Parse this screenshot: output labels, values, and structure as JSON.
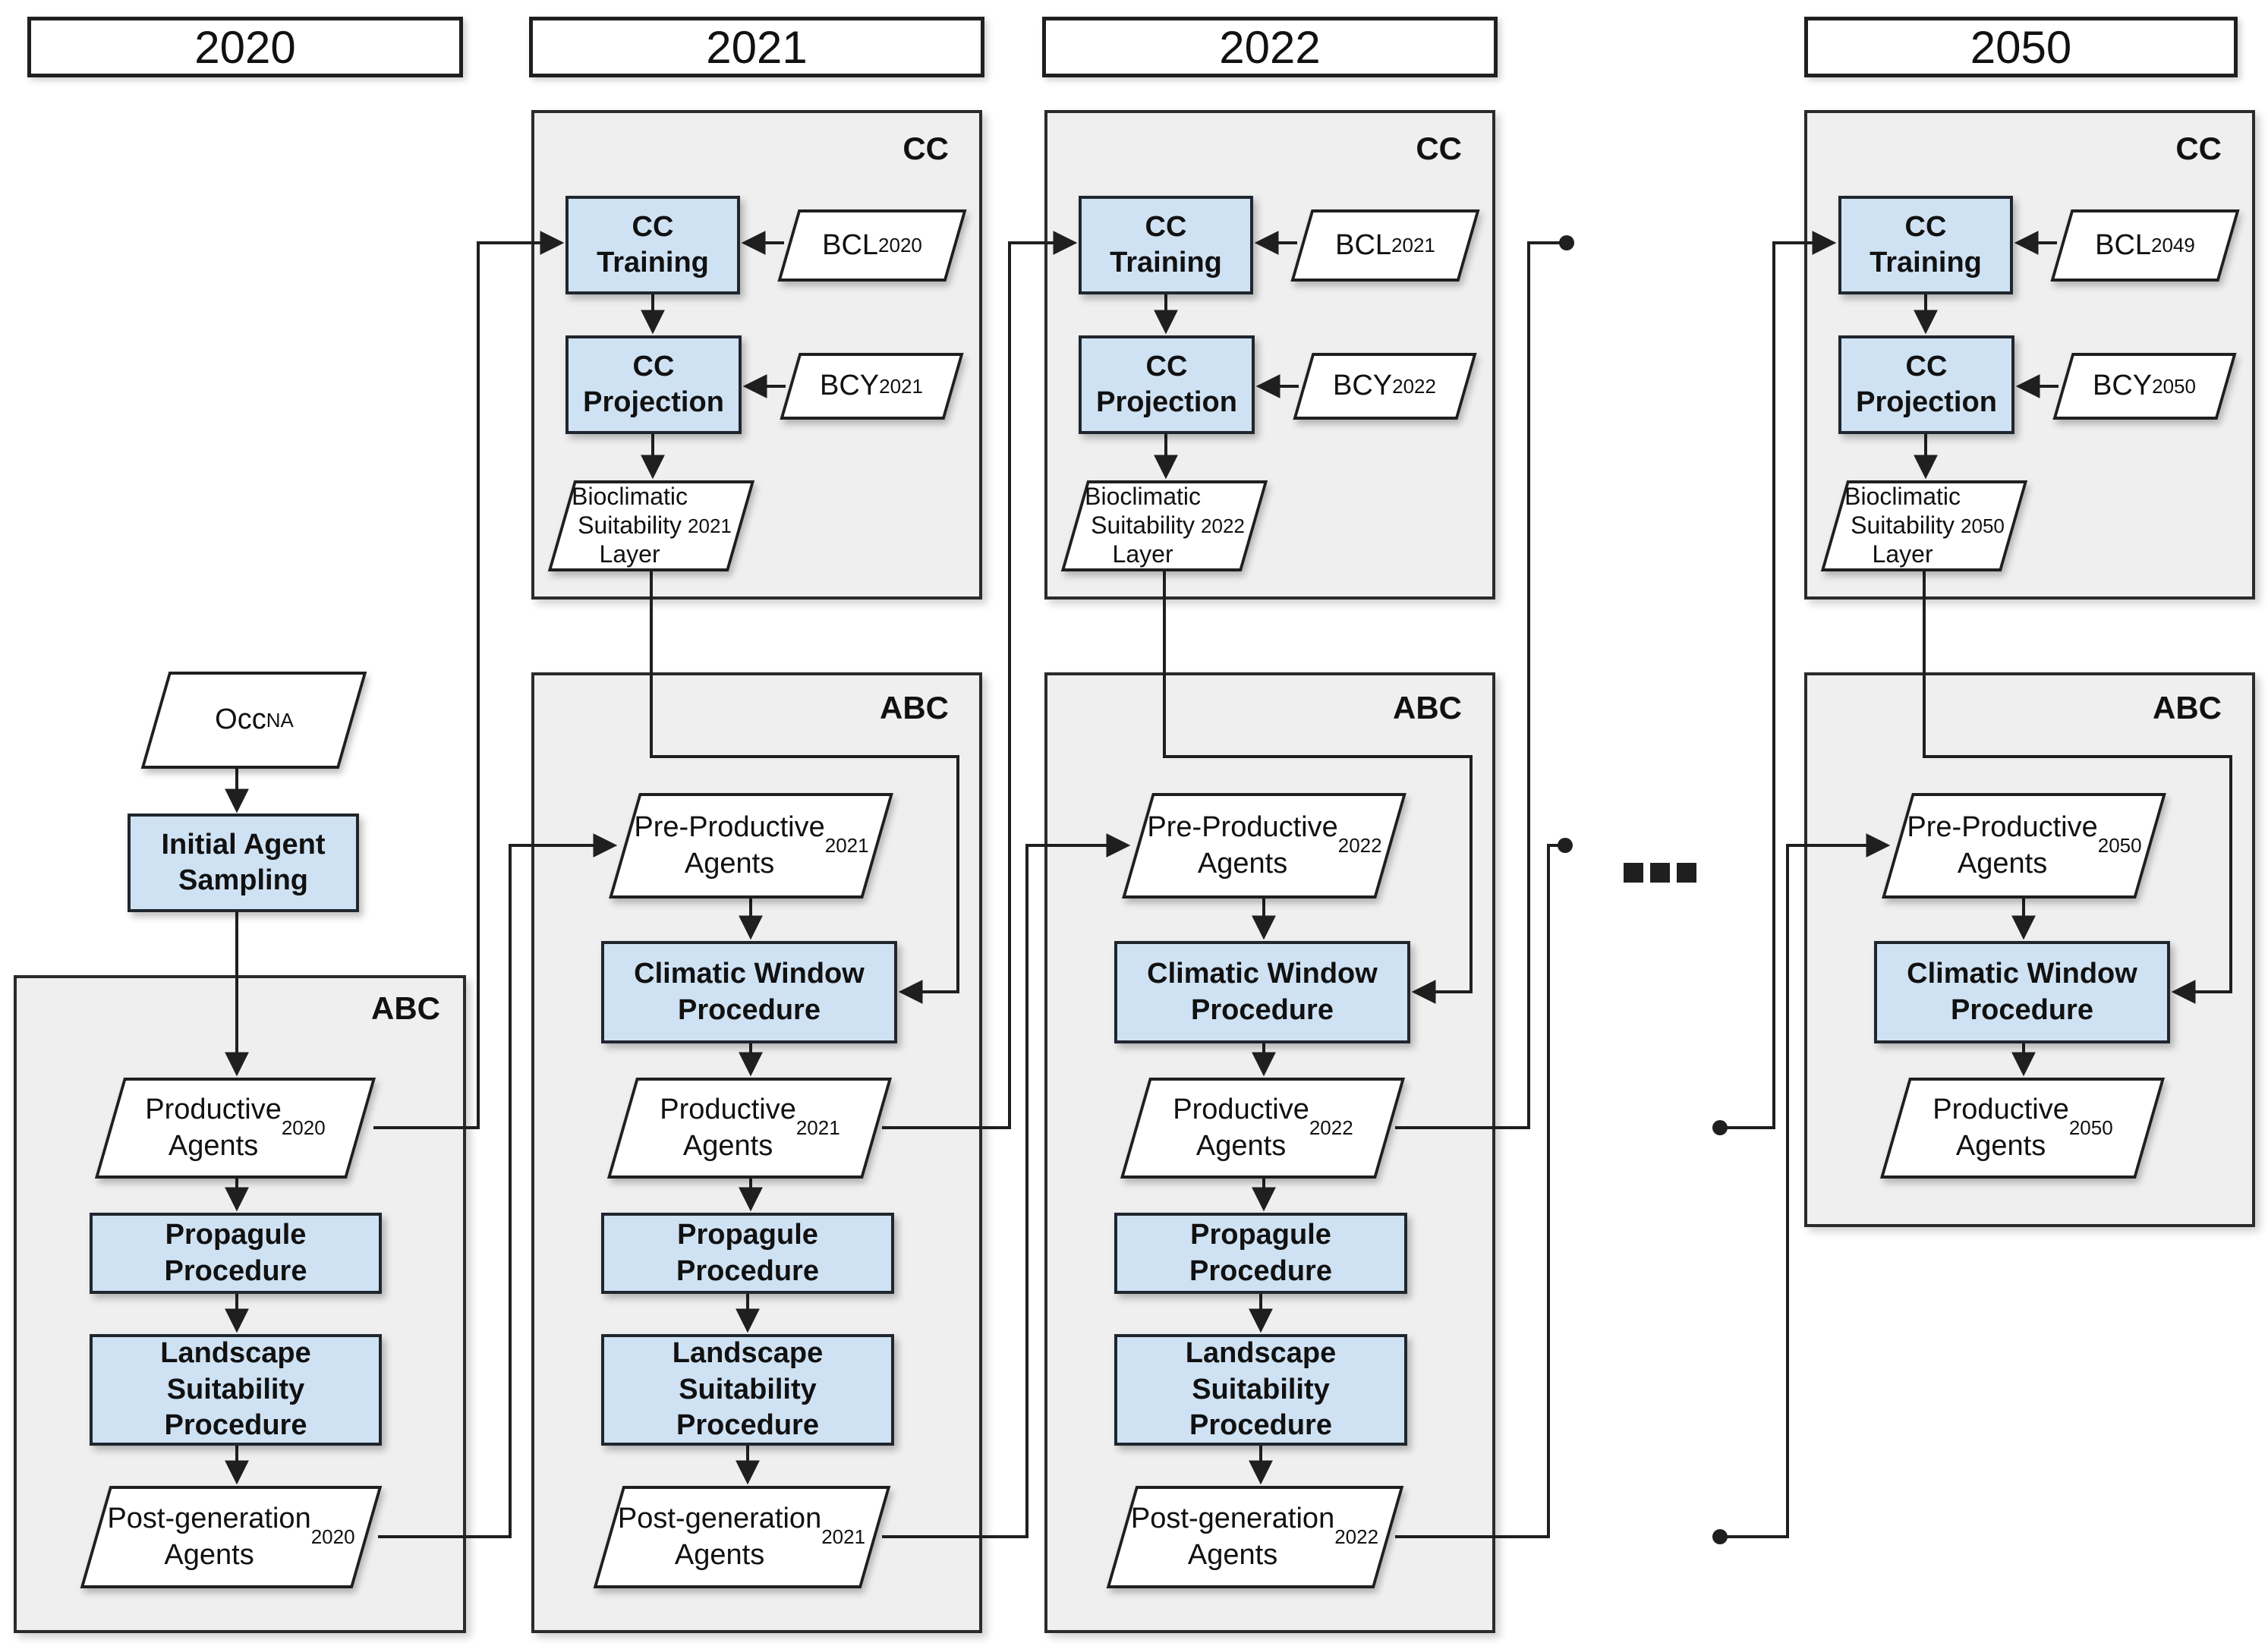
{
  "colors": {
    "procedure_blue": "#cfe2f3",
    "group_gray": "#efefef",
    "line_black": "#1f1f1f",
    "shape_white": "#ffffff"
  },
  "icons": {
    "continuation_dots_icon": "three black squares meaning omitted years",
    "junction_dot_icon": "filled circle line terminator"
  },
  "columns": [
    {
      "year": "2020",
      "groups": {
        "abc": "ABC"
      },
      "nodes": {
        "occ": {
          "text": "Occ",
          "sub": "NA"
        },
        "initial_sampling": {
          "text": "Initial Agent\nSampling"
        },
        "productive": {
          "text": "Productive\nAgents",
          "sub": "2020"
        },
        "propagule": {
          "text": "Propagule\nProcedure"
        },
        "landscape": {
          "text": "Landscape\nSuitability\nProcedure"
        },
        "postgen": {
          "text": "Post-generation\nAgents",
          "sub": "2020"
        }
      }
    },
    {
      "year": "2021",
      "groups": {
        "cc": "CC",
        "abc": "ABC"
      },
      "nodes": {
        "cc_training": {
          "text": "CC\nTraining"
        },
        "bcl": {
          "text": "BCL",
          "sub": "2020"
        },
        "cc_projection": {
          "text": "CC\nProjection"
        },
        "bcy": {
          "text": "BCY",
          "sub": "2021"
        },
        "bsl": {
          "text": "Bioclimatic\nSuitability\nLayer",
          "sub": "2021"
        },
        "preproductive": {
          "text": "Pre-Productive\nAgents",
          "sub": "2021"
        },
        "climatic_window": {
          "text": "Climatic Window\nProcedure"
        },
        "productive": {
          "text": "Productive\nAgents",
          "sub": "2021"
        },
        "propagule": {
          "text": "Propagule\nProcedure"
        },
        "landscape": {
          "text": "Landscape\nSuitability\nProcedure"
        },
        "postgen": {
          "text": "Post-generation\nAgents",
          "sub": "2021"
        }
      }
    },
    {
      "year": "2022",
      "groups": {
        "cc": "CC",
        "abc": "ABC"
      },
      "nodes": {
        "cc_training": {
          "text": "CC\nTraining"
        },
        "bcl": {
          "text": "BCL",
          "sub": "2021"
        },
        "cc_projection": {
          "text": "CC\nProjection"
        },
        "bcy": {
          "text": "BCY",
          "sub": "2022"
        },
        "bsl": {
          "text": "Bioclimatic\nSuitability\nLayer",
          "sub": "2022"
        },
        "preproductive": {
          "text": "Pre-Productive\nAgents",
          "sub": "2022"
        },
        "climatic_window": {
          "text": "Climatic Window\nProcedure"
        },
        "productive": {
          "text": "Productive\nAgents",
          "sub": "2022"
        },
        "propagule": {
          "text": "Propagule\nProcedure"
        },
        "landscape": {
          "text": "Landscape\nSuitability\nProcedure"
        },
        "postgen": {
          "text": "Post-generation\nAgents",
          "sub": "2022"
        }
      }
    },
    {
      "year": "2050",
      "groups": {
        "cc": "CC",
        "abc": "ABC"
      },
      "nodes": {
        "cc_training": {
          "text": "CC\nTraining"
        },
        "bcl": {
          "text": "BCL",
          "sub": "2049"
        },
        "cc_projection": {
          "text": "CC\nProjection"
        },
        "bcy": {
          "text": "BCY",
          "sub": "2050"
        },
        "bsl": {
          "text": "Bioclimatic\nSuitability\nLayer",
          "sub": "2050"
        },
        "preproductive": {
          "text": "Pre-Productive\nAgents",
          "sub": "2050"
        },
        "climatic_window": {
          "text": "Climatic Window\nProcedure"
        },
        "productive": {
          "text": "Productive\nAgents",
          "sub": "2050"
        }
      }
    }
  ]
}
